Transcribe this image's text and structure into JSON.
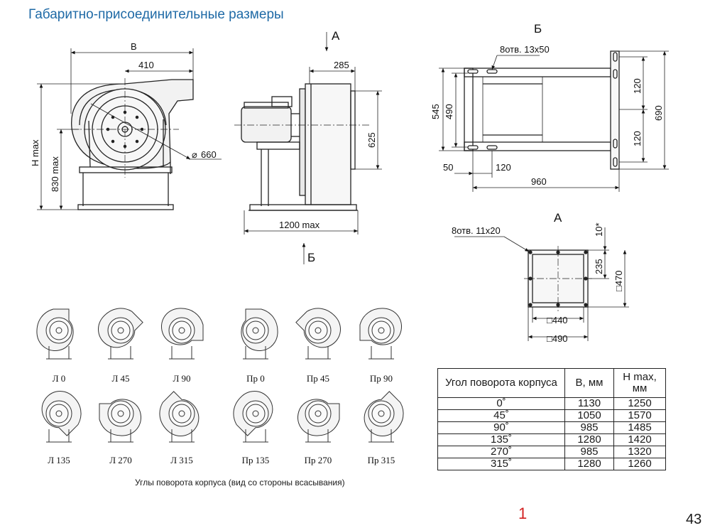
{
  "title": "Габаритно-присоединительные размеры",
  "front_view": {
    "dim_B": "B",
    "dim_410": "410",
    "dim_Hmax": "H max",
    "dim_830": "830 max",
    "dim_660": "660"
  },
  "side_view": {
    "label_A": "А",
    "label_B": "Б",
    "dim_285": "285",
    "dim_625": "625",
    "dim_1200": "1200 max"
  },
  "base_view": {
    "label": "Б",
    "holes": "8отв. 13х50",
    "dim_545": "545",
    "dim_490": "490",
    "dim_120a": "120",
    "dim_120b": "120",
    "dim_690": "690",
    "dim_50": "50",
    "dim_120c": "120",
    "dim_960": "960"
  },
  "outlet_view": {
    "label": "А",
    "holes": "8отв. 11х20",
    "dim_10": "10*",
    "dim_235": "235",
    "dim_470": "□470",
    "dim_440": "□440",
    "dim_490": "□490"
  },
  "rotations": {
    "items": [
      {
        "label": "Л 0"
      },
      {
        "label": "Л 45"
      },
      {
        "label": "Л 90"
      },
      {
        "label": "Пр 0"
      },
      {
        "label": "Пр 45"
      },
      {
        "label": "Пр 90"
      },
      {
        "label": "Л 135"
      },
      {
        "label": "Л 270"
      },
      {
        "label": "Л 315"
      },
      {
        "label": "Пр 135"
      },
      {
        "label": "Пр 270"
      },
      {
        "label": "Пр 315"
      }
    ],
    "caption": "Углы поворота корпуса (вид со стороны всасывания)"
  },
  "table": {
    "headers": [
      "Угол поворота корпуса",
      "B, мм",
      "H max, мм"
    ],
    "rows": [
      [
        "0˚",
        "1130",
        "1250"
      ],
      [
        "45˚",
        "1050",
        "1570"
      ],
      [
        "90˚",
        "985",
        "1485"
      ],
      [
        "135˚",
        "1280",
        "1420"
      ],
      [
        "270˚",
        "985",
        "1320"
      ],
      [
        "315˚",
        "1280",
        "1260"
      ]
    ]
  },
  "mark": "1",
  "page_number": "43"
}
